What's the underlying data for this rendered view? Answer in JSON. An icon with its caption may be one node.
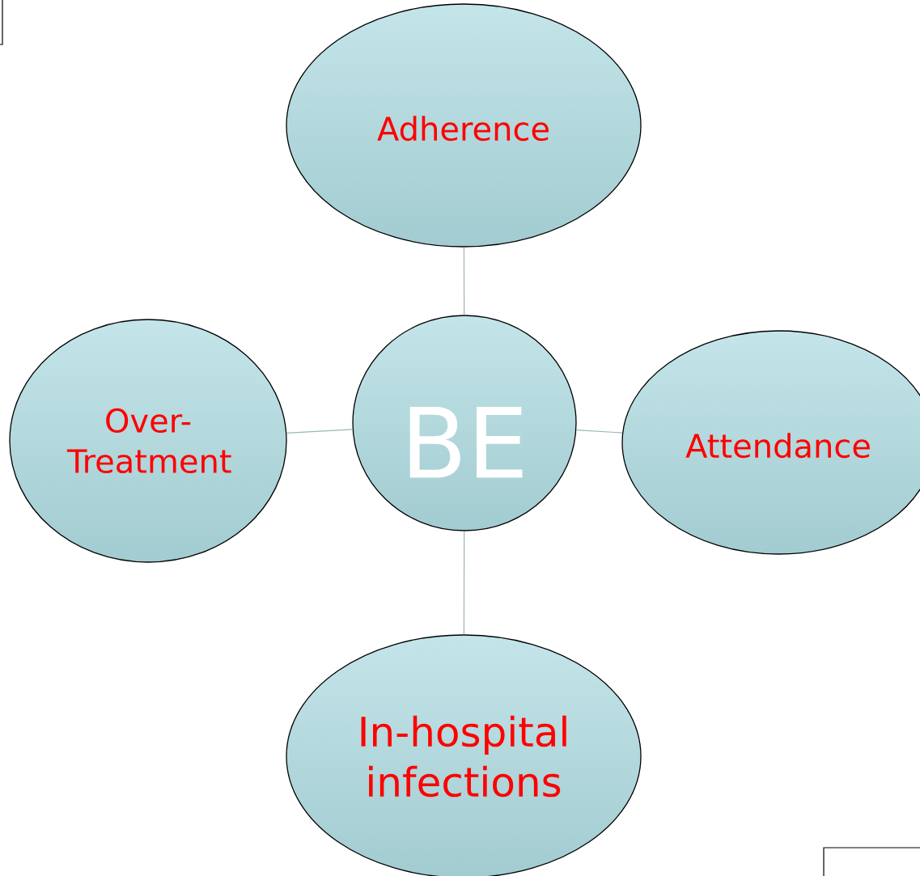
{
  "diagram": {
    "nodes": [
      {
        "text": [
          "Adherence"
        ]
      },
      {
        "text": [
          "Over- Treatment"
        ]
      },
      {
        "text": [
          "BE"
        ]
      },
      {
        "text": [
          "Attendance"
        ]
      },
      {
        "text": [
          "In-hospital infections"
        ]
      }
    ],
    "edges": [
      {
        "from": 2,
        "to": 0,
        "arrow": "none"
      },
      {
        "from": 2,
        "to": 1,
        "arrow": "none"
      },
      {
        "from": 2,
        "to": 3,
        "arrow": "none"
      },
      {
        "from": 2,
        "to": 4,
        "arrow": "none"
      }
    ]
  }
}
